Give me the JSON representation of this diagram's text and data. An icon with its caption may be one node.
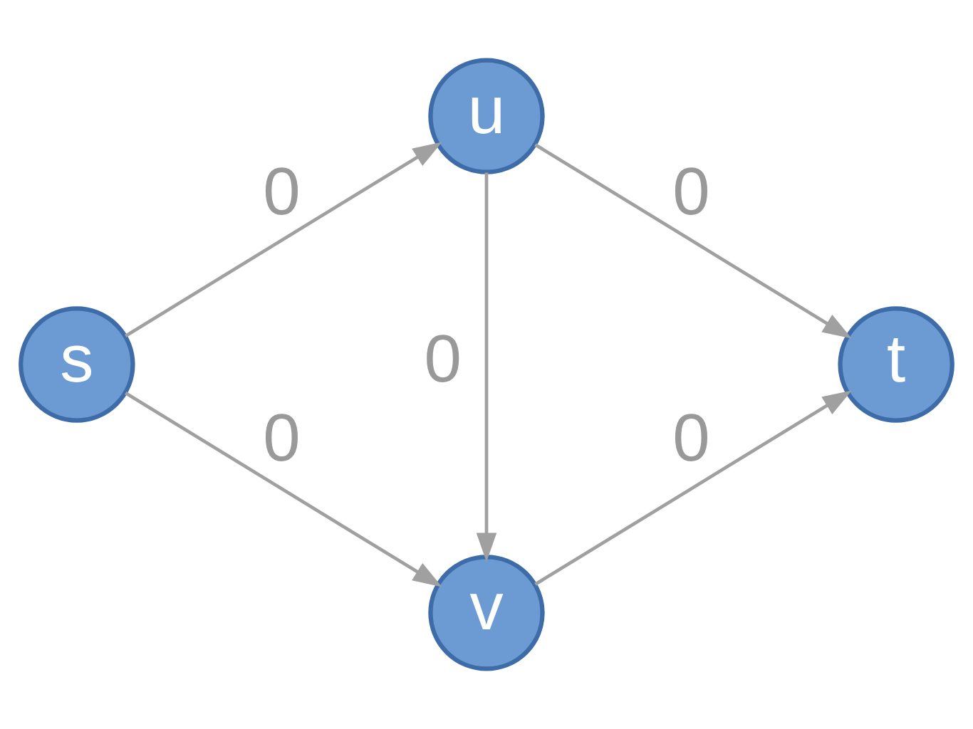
{
  "diagram": {
    "nodes": [
      {
        "text": [
          "s"
        ]
      },
      {
        "text": [
          "u"
        ]
      },
      {
        "text": [
          "v"
        ]
      },
      {
        "text": [
          "t"
        ]
      }
    ],
    "edges": [
      {
        "from": 0,
        "to": 1,
        "arrow": "to",
        "label": "0"
      },
      {
        "from": 0,
        "to": 2,
        "arrow": "to",
        "label": "0"
      },
      {
        "from": 1,
        "to": 2,
        "arrow": "to",
        "label": "0"
      },
      {
        "from": 1,
        "to": 3,
        "arrow": "to",
        "label": "0"
      },
      {
        "from": 2,
        "to": 3,
        "arrow": "to",
        "label": "0"
      }
    ]
  }
}
